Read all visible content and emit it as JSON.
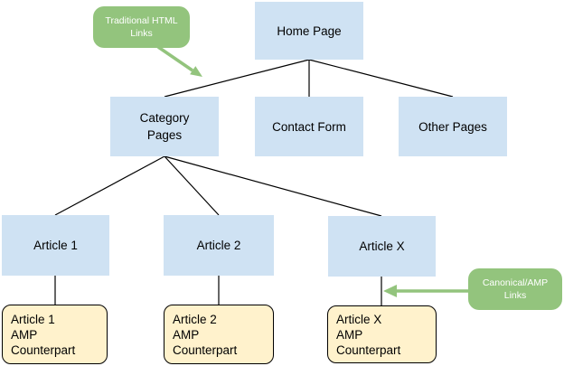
{
  "diagram": {
    "type": "site-structure-tree",
    "nodes": {
      "home": {
        "label": "Home Page"
      },
      "category": {
        "label": "Category\nPages"
      },
      "contact": {
        "label": "Contact Form"
      },
      "other": {
        "label": "Other Pages"
      },
      "article1": {
        "label": "Article 1"
      },
      "article2": {
        "label": "Article 2"
      },
      "articleX": {
        "label": "Article X"
      },
      "amp1": {
        "label": "Article 1\nAMP\nCounterpart"
      },
      "amp2": {
        "label": "Article 2\nAMP\nCounterpart"
      },
      "ampX": {
        "label": "Article X\nAMP\nCounterpart"
      }
    },
    "edges": [
      {
        "from": "home",
        "to": "category"
      },
      {
        "from": "home",
        "to": "contact"
      },
      {
        "from": "home",
        "to": "other"
      },
      {
        "from": "category",
        "to": "article1"
      },
      {
        "from": "category",
        "to": "article2"
      },
      {
        "from": "category",
        "to": "articleX"
      },
      {
        "from": "article1",
        "to": "amp1"
      },
      {
        "from": "article2",
        "to": "amp2"
      },
      {
        "from": "articleX",
        "to": "ampX"
      }
    ],
    "annotations": {
      "traditional": {
        "label": "Traditional HTML\nLinks",
        "points_at": "home→category link"
      },
      "canonical": {
        "label": "Canonical/AMP\nLinks",
        "points_at": "articleX→ampX link"
      }
    },
    "colors": {
      "page_box_fill": "#cfe2f3",
      "amp_box_fill": "#fff2cc",
      "amp_box_border": "#000000",
      "callout_fill": "#93c47d",
      "callout_text": "#ffffff",
      "connector_line": "#000000",
      "node_text": "#000000",
      "background": "#ffffff"
    }
  }
}
